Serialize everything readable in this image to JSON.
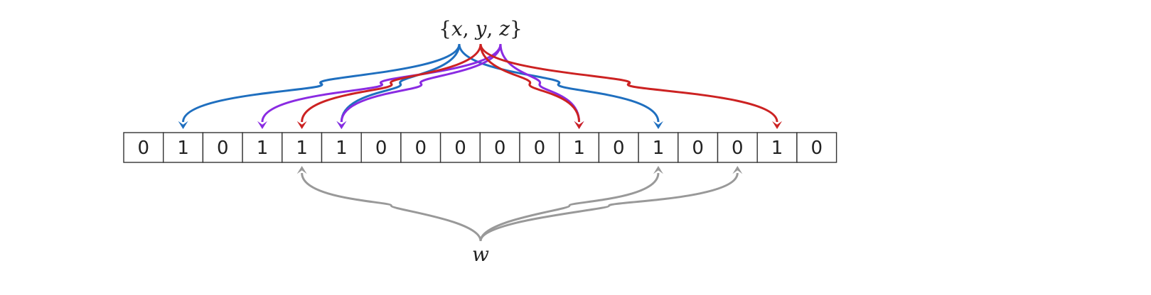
{
  "set_label": {
    "open": "{",
    "x": "x",
    "sep1": ", ",
    "y": "y",
    "sep2": ", ",
    "z": "z",
    "close": "}"
  },
  "query_label": "w",
  "bits": [
    "0",
    "1",
    "0",
    "1",
    "1",
    "1",
    "0",
    "0",
    "0",
    "0",
    "0",
    "1",
    "0",
    "1",
    "0",
    "0",
    "1",
    "0"
  ],
  "colors": {
    "x": "#1f6fbf",
    "y": "#cc2222",
    "z": "#8a2be2",
    "w": "#999999",
    "cell_border": "#333333"
  },
  "mappings": {
    "x": [
      1,
      5,
      13
    ],
    "y": [
      4,
      11,
      16
    ],
    "z": [
      3,
      5,
      11
    ],
    "w": [
      4,
      13,
      15
    ]
  }
}
